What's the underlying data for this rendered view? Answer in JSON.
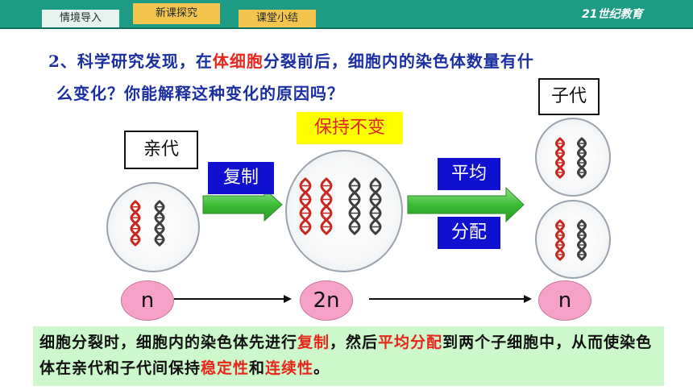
{
  "header": {
    "tabs": [
      "情境导入",
      "新课探究",
      "课堂小结"
    ],
    "active_tab": "新课探究",
    "brand": "21世纪教育"
  },
  "question": {
    "line1_pre": "2、科学研究发现，在",
    "line1_highlight": "体细胞",
    "line1_post": "分裂前后，细胞内的染色体数量有什",
    "line2": "么变化？你能解释这种变化的原因吗？"
  },
  "labels": {
    "parent": "亲代",
    "child": "子代",
    "unchanged": "保持不变",
    "replicate": "复制",
    "split_1": "平均",
    "split_2": "分配"
  },
  "counts": {
    "parent_n": "n",
    "middle_n": "2n",
    "child_n": "n"
  },
  "summary": {
    "s1": "细胞分裂时，细胞内的染色体先进行",
    "s2": "复制",
    "s3": "，然后",
    "s4": "平均分配",
    "s5": "到两个子细胞中，从而使染色体在亲代和子代间保持",
    "s6": "稳定性",
    "s7": "和",
    "s8": "连续性",
    "s9": "。"
  },
  "colors": {
    "header_bg": "#1d9b84",
    "tab_active": "#f3c54f",
    "question_text": "#1b2fa0",
    "highlight": "#e8261b",
    "label_bg_blue": "#1010d0",
    "unchanged_bg": "#ffff00",
    "count_bg": "#f6a2c8",
    "summary_bg": "#ccf8cc",
    "chromosome_red": "#c7281f",
    "chromosome_dark": "#3f3f3f",
    "arrow_green": "#3dbd35"
  }
}
